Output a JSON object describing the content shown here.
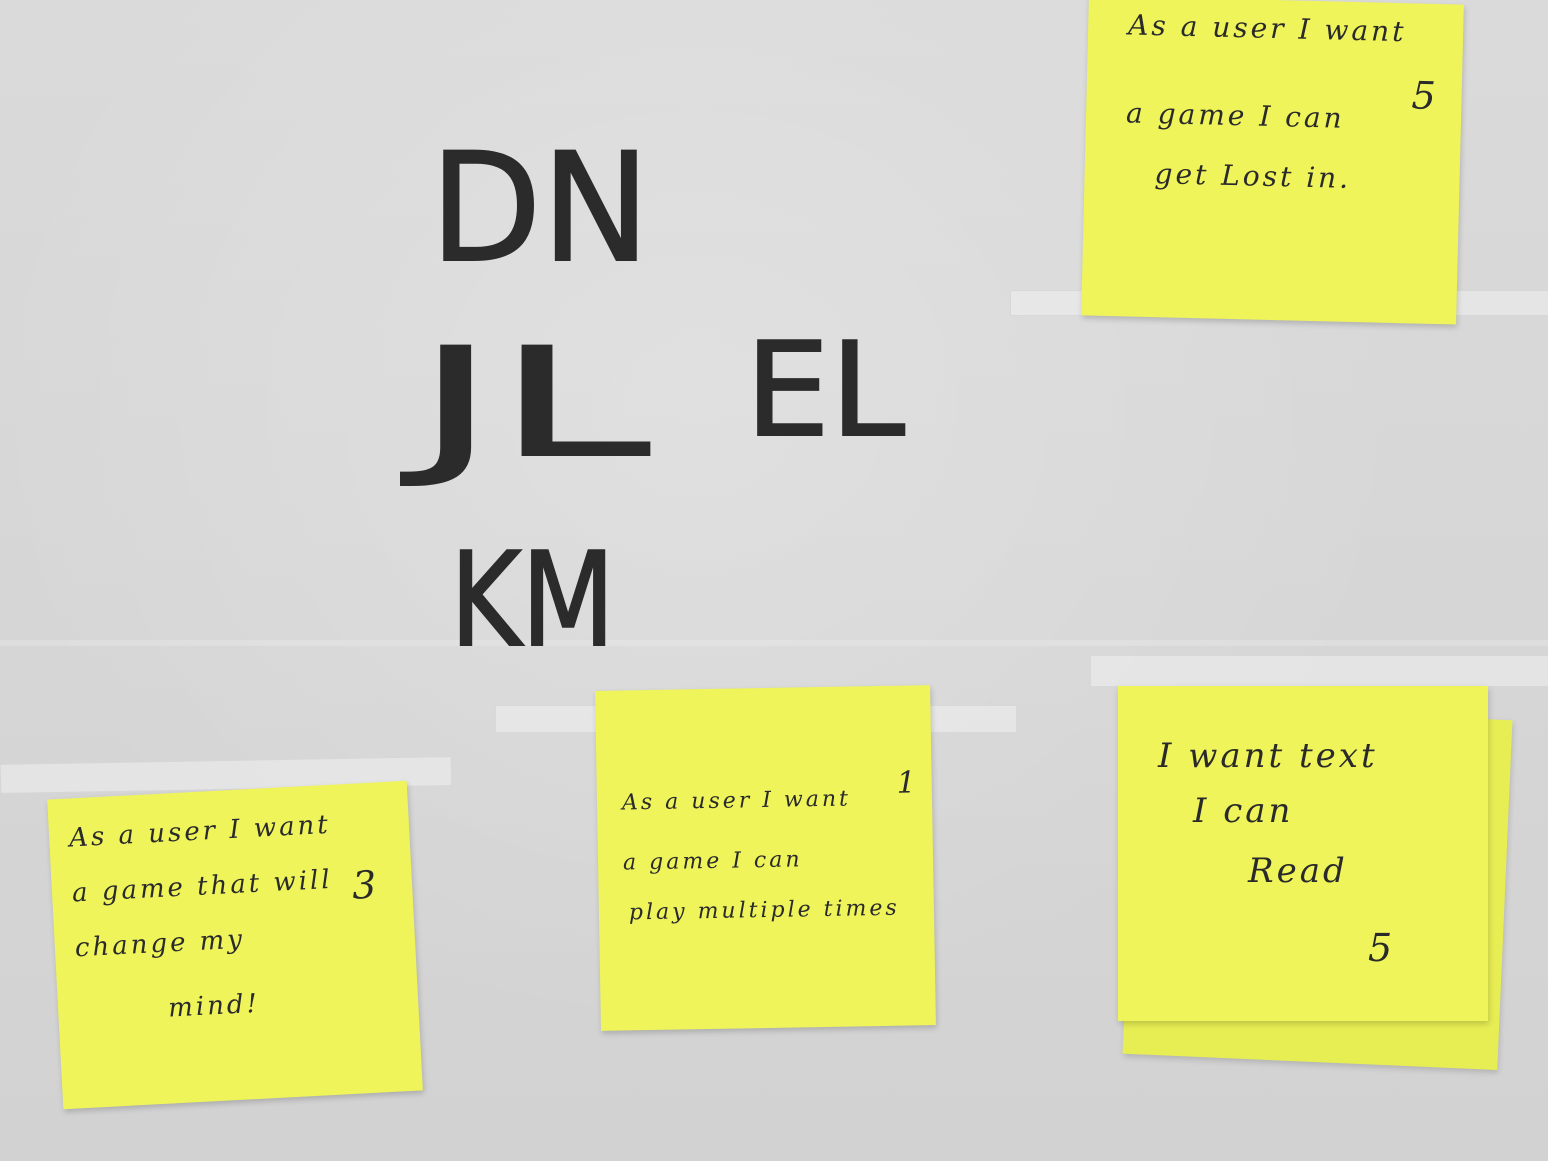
{
  "initials": {
    "row1": [
      "DN"
    ],
    "row2": [
      "JL",
      "EL"
    ],
    "row3": [
      "KM"
    ]
  },
  "notes": {
    "top_right": {
      "lines": [
        "As a user I want",
        "a game I can",
        "get Lost in."
      ],
      "points": "5"
    },
    "bottom_left": {
      "lines": [
        "As a user I want",
        "a game that will",
        "change my",
        "mind!"
      ],
      "points": "3"
    },
    "bottom_middle": {
      "lines": [
        "As a user I want",
        "a game I can",
        "play multiple times"
      ],
      "points": "1"
    },
    "bottom_right": {
      "lines": [
        "I want text",
        "I can",
        "Read"
      ],
      "points": "5"
    }
  },
  "colors": {
    "wall": "#d7d7d7",
    "sticky_note": "#eef45a",
    "ink": "#2b2b2b"
  }
}
